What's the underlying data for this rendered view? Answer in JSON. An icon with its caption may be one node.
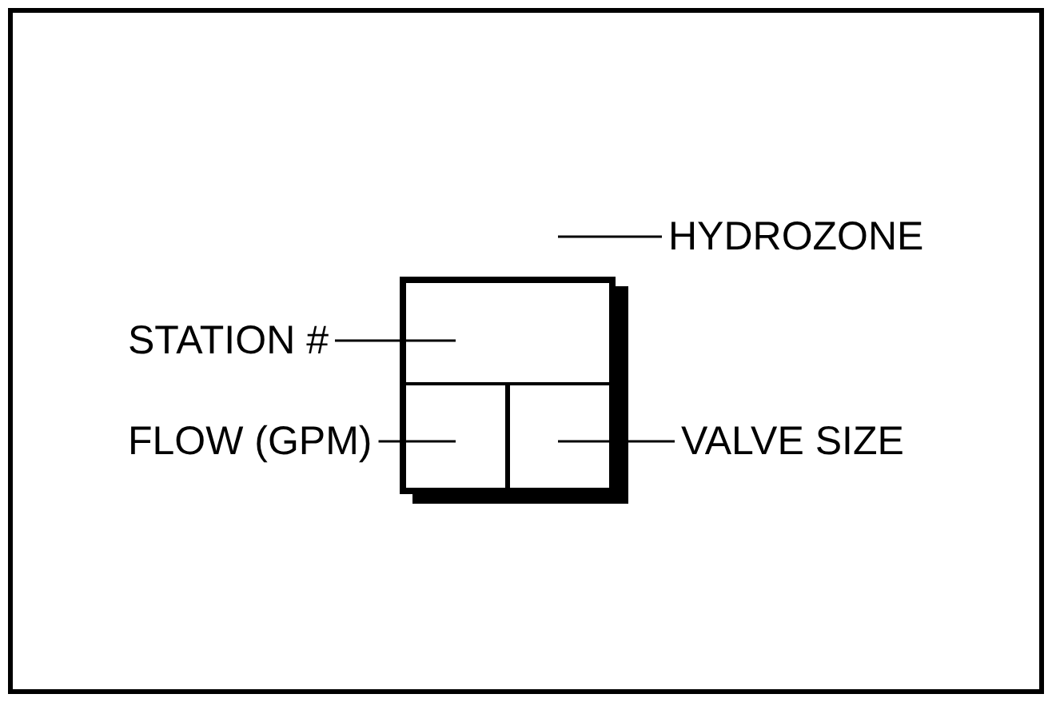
{
  "diagram": {
    "nodes": [
      {
        "text": [],
        "shape": "box"
      },
      {
        "text": [],
        "shape": "box",
        "in": 0
      },
      {
        "text": [],
        "shape": "box",
        "in": 0
      },
      {
        "text": [],
        "shape": "box",
        "in": 0
      },
      {
        "text": [
          "HYDROZONE"
        ]
      },
      {
        "text": [
          "STATION #"
        ]
      },
      {
        "text": [
          "FLOW (GPM)"
        ]
      },
      {
        "text": [
          "VALVE SIZE"
        ]
      }
    ],
    "edges": [
      {
        "from": 4,
        "to": null,
        "arrow": "none"
      },
      {
        "from": 5,
        "to": 1,
        "arrow": "none"
      },
      {
        "from": 6,
        "to": 2,
        "arrow": "none"
      },
      {
        "from": 7,
        "to": 3,
        "arrow": "none"
      }
    ]
  }
}
